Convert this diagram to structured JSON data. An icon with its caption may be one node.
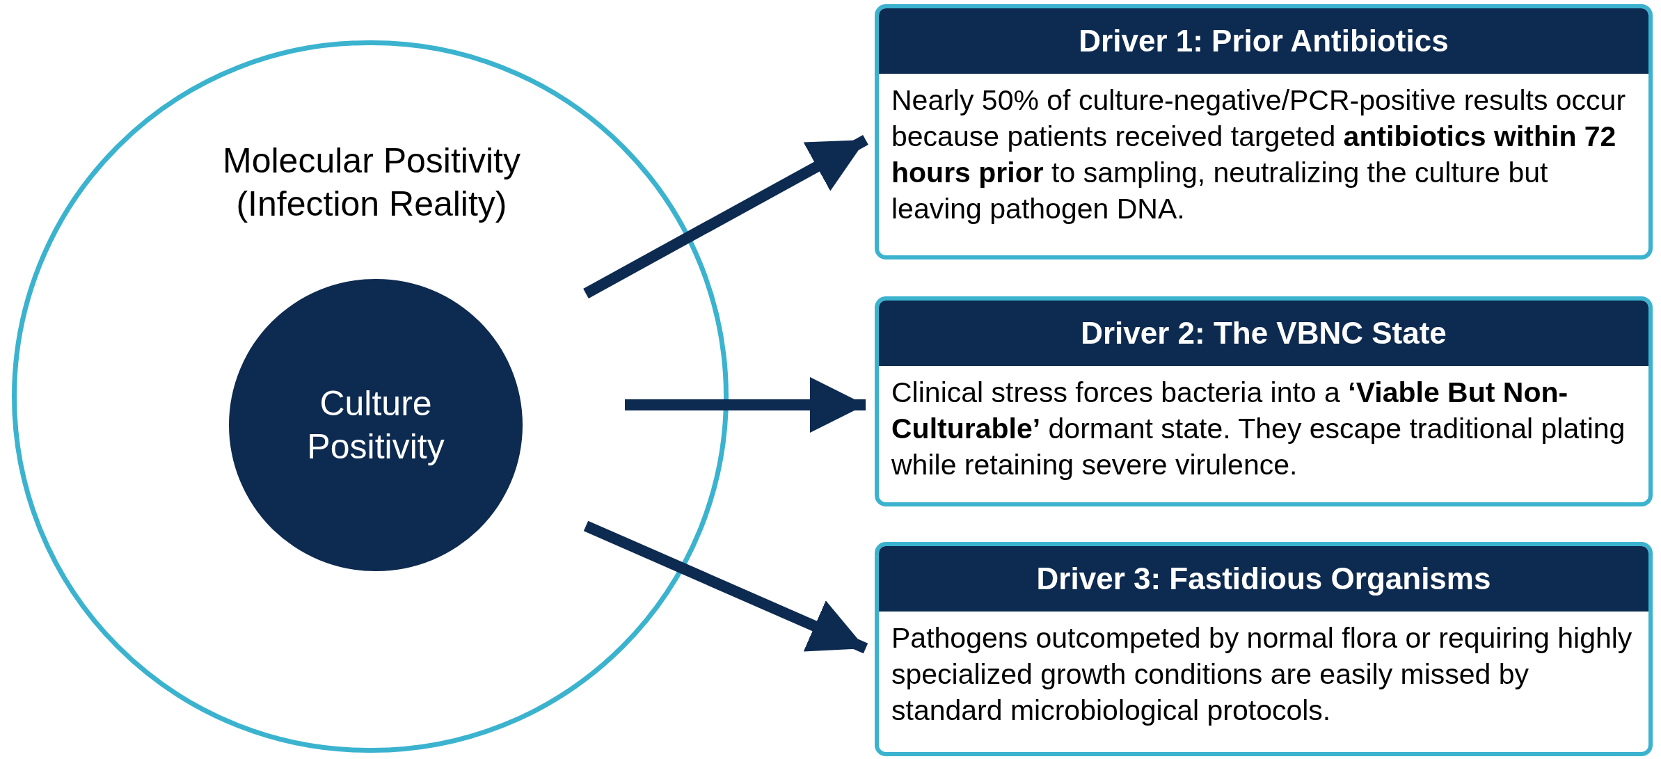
{
  "diagram": {
    "nodes": [
      {
        "text": [
          "Molecular Positivity (Infection Reality)"
        ]
      },
      {
        "text": [
          "Culture Positivity"
        ],
        "in": 0
      },
      {
        "text": [
          "Driver 1: Prior Antibiotics",
          "Nearly 50% of culture-negative/PCR-positive results occur because patients received targeted **antibiotics within 72 hours prior** to sampling, neutralizing the culture but leaving pathogen DNA."
        ]
      },
      {
        "text": [
          "Driver 2: The VBNC State",
          "Clinical stress forces bacteria into a **‘Viable But Non-Culturable’** dormant state. They escape traditional plating while retaining severe virulence."
        ]
      },
      {
        "text": [
          "Driver 3: Fastidious Organisms",
          "Pathogens outcompeted by normal flora or requiring highly specialized growth conditions are easily missed by standard microbiological protocols."
        ]
      }
    ],
    "edges": [
      {
        "from": null,
        "to": 2,
        "arrow": "to"
      },
      {
        "from": null,
        "to": 3,
        "arrow": "to"
      },
      {
        "from": null,
        "to": 4,
        "arrow": "to"
      }
    ]
  }
}
